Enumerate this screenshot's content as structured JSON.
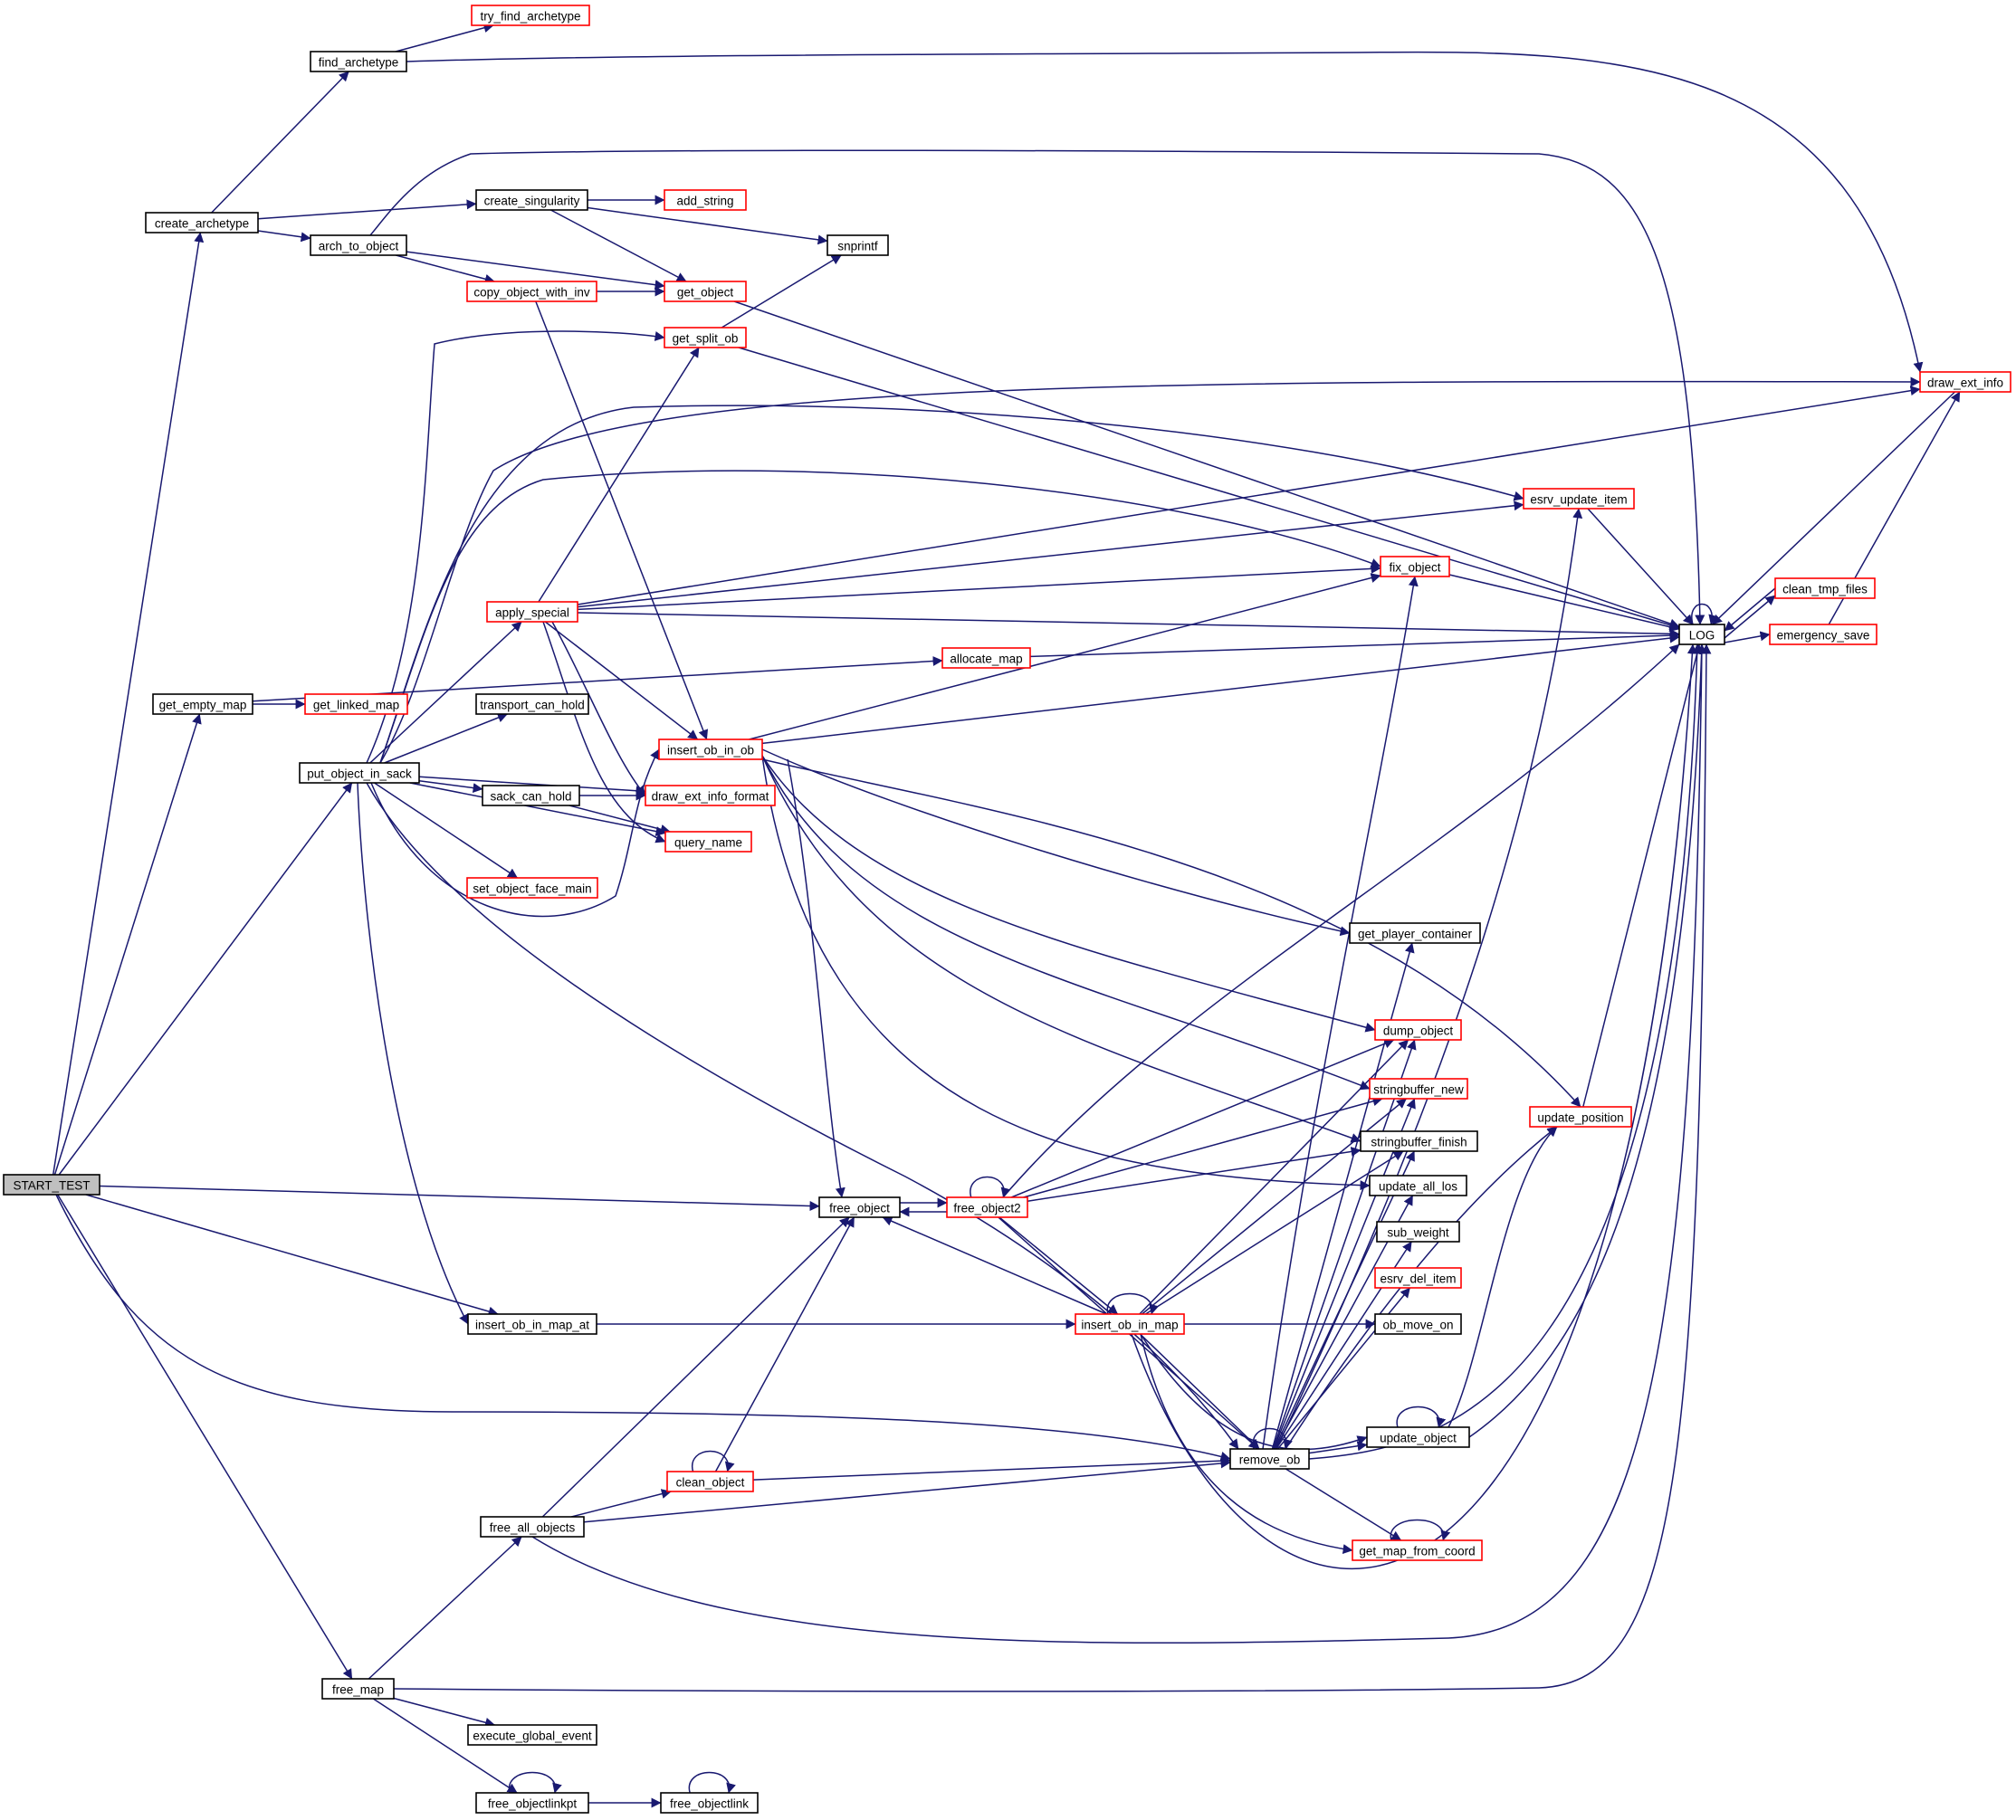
{
  "title": "Call graph",
  "colors": {
    "edge": "#191970",
    "node_border": "#000000",
    "truncated_border": "#ff0000",
    "root_fill": "#bfbfbf"
  },
  "nodes": {
    "START_TEST": {
      "label": "START_TEST",
      "style": "root"
    },
    "create_archetype": {
      "label": "create_archetype",
      "style": "normal"
    },
    "find_archetype": {
      "label": "find_archetype",
      "style": "normal"
    },
    "try_find_archetype": {
      "label": "try_find_archetype",
      "style": "truncated"
    },
    "create_singularity": {
      "label": "create_singularity",
      "style": "normal"
    },
    "add_string": {
      "label": "add_string",
      "style": "truncated"
    },
    "snprintf": {
      "label": "snprintf",
      "style": "normal"
    },
    "arch_to_object": {
      "label": "arch_to_object",
      "style": "normal"
    },
    "copy_object_with_inv": {
      "label": "copy_object_with_inv",
      "style": "truncated"
    },
    "get_object": {
      "label": "get_object",
      "style": "truncated"
    },
    "get_split_ob": {
      "label": "get_split_ob",
      "style": "truncated"
    },
    "draw_ext_info": {
      "label": "draw_ext_info",
      "style": "truncated"
    },
    "esrv_update_item": {
      "label": "esrv_update_item",
      "style": "truncated"
    },
    "fix_object": {
      "label": "fix_object",
      "style": "truncated"
    },
    "apply_special": {
      "label": "apply_special",
      "style": "truncated"
    },
    "LOG": {
      "label": "LOG",
      "style": "normal"
    },
    "clean_tmp_files": {
      "label": "clean_tmp_files",
      "style": "truncated"
    },
    "emergency_save": {
      "label": "emergency_save",
      "style": "truncated"
    },
    "get_empty_map": {
      "label": "get_empty_map",
      "style": "normal"
    },
    "get_linked_map": {
      "label": "get_linked_map",
      "style": "truncated"
    },
    "allocate_map": {
      "label": "allocate_map",
      "style": "truncated"
    },
    "transport_can_hold": {
      "label": "transport_can_hold",
      "style": "normal"
    },
    "insert_ob_in_ob": {
      "label": "insert_ob_in_ob",
      "style": "truncated"
    },
    "put_object_in_sack": {
      "label": "put_object_in_sack",
      "style": "normal"
    },
    "sack_can_hold": {
      "label": "sack_can_hold",
      "style": "normal"
    },
    "draw_ext_info_format": {
      "label": "draw_ext_info_format",
      "style": "truncated"
    },
    "query_name": {
      "label": "query_name",
      "style": "truncated"
    },
    "set_object_face_main": {
      "label": "set_object_face_main",
      "style": "truncated"
    },
    "get_player_container": {
      "label": "get_player_container",
      "style": "normal"
    },
    "dump_object": {
      "label": "dump_object",
      "style": "truncated"
    },
    "stringbuffer_new": {
      "label": "stringbuffer_new",
      "style": "truncated"
    },
    "stringbuffer_finish": {
      "label": "stringbuffer_finish",
      "style": "normal"
    },
    "update_position": {
      "label": "update_position",
      "style": "truncated"
    },
    "free_object": {
      "label": "free_object",
      "style": "normal"
    },
    "free_object2": {
      "label": "free_object2",
      "style": "truncated"
    },
    "update_all_los": {
      "label": "update_all_los",
      "style": "normal"
    },
    "sub_weight": {
      "label": "sub_weight",
      "style": "normal"
    },
    "esrv_del_item": {
      "label": "esrv_del_item",
      "style": "truncated"
    },
    "insert_ob_in_map_at": {
      "label": "insert_ob_in_map_at",
      "style": "normal"
    },
    "insert_ob_in_map": {
      "label": "insert_ob_in_map",
      "style": "truncated"
    },
    "ob_move_on": {
      "label": "ob_move_on",
      "style": "normal"
    },
    "update_object": {
      "label": "update_object",
      "style": "normal"
    },
    "clean_object": {
      "label": "clean_object",
      "style": "truncated"
    },
    "remove_ob": {
      "label": "remove_ob",
      "style": "normal"
    },
    "free_all_objects": {
      "label": "free_all_objects",
      "style": "normal"
    },
    "get_map_from_coord": {
      "label": "get_map_from_coord",
      "style": "truncated"
    },
    "free_map": {
      "label": "free_map",
      "style": "normal"
    },
    "execute_global_event": {
      "label": "execute_global_event",
      "style": "normal"
    },
    "free_objectlinkpt": {
      "label": "free_objectlinkpt",
      "style": "normal"
    },
    "free_objectlink": {
      "label": "free_objectlink",
      "style": "normal"
    }
  },
  "edges": [
    [
      "START_TEST",
      "create_archetype"
    ],
    [
      "START_TEST",
      "get_empty_map"
    ],
    [
      "START_TEST",
      "put_object_in_sack"
    ],
    [
      "START_TEST",
      "free_object"
    ],
    [
      "START_TEST",
      "insert_ob_in_map_at"
    ],
    [
      "START_TEST",
      "remove_ob"
    ],
    [
      "START_TEST",
      "free_map"
    ],
    [
      "create_archetype",
      "find_archetype"
    ],
    [
      "create_archetype",
      "create_singularity"
    ],
    [
      "create_archetype",
      "arch_to_object"
    ],
    [
      "find_archetype",
      "try_find_archetype"
    ],
    [
      "find_archetype",
      "draw_ext_info"
    ],
    [
      "create_singularity",
      "add_string"
    ],
    [
      "create_singularity",
      "snprintf"
    ],
    [
      "create_singularity",
      "get_object"
    ],
    [
      "arch_to_object",
      "LOG"
    ],
    [
      "arch_to_object",
      "copy_object_with_inv"
    ],
    [
      "arch_to_object",
      "get_object"
    ],
    [
      "copy_object_with_inv",
      "get_object"
    ],
    [
      "copy_object_with_inv",
      "insert_ob_in_ob"
    ],
    [
      "get_object",
      "LOG"
    ],
    [
      "get_split_ob",
      "snprintf"
    ],
    [
      "get_split_ob",
      "LOG"
    ],
    [
      "draw_ext_info",
      "LOG"
    ],
    [
      "esrv_update_item",
      "LOG"
    ],
    [
      "fix_object",
      "LOG"
    ],
    [
      "apply_special",
      "get_split_ob"
    ],
    [
      "apply_special",
      "draw_ext_info"
    ],
    [
      "apply_special",
      "esrv_update_item"
    ],
    [
      "apply_special",
      "fix_object"
    ],
    [
      "apply_special",
      "LOG"
    ],
    [
      "apply_special",
      "insert_ob_in_ob"
    ],
    [
      "apply_special",
      "draw_ext_info_format"
    ],
    [
      "apply_special",
      "query_name"
    ],
    [
      "LOG",
      "LOG"
    ],
    [
      "LOG",
      "clean_tmp_files"
    ],
    [
      "LOG",
      "emergency_save"
    ],
    [
      "clean_tmp_files",
      "LOG"
    ],
    [
      "emergency_save",
      "draw_ext_info"
    ],
    [
      "get_empty_map",
      "get_linked_map"
    ],
    [
      "get_empty_map",
      "allocate_map"
    ],
    [
      "allocate_map",
      "LOG"
    ],
    [
      "put_object_in_sack",
      "get_split_ob"
    ],
    [
      "put_object_in_sack",
      "esrv_update_item"
    ],
    [
      "put_object_in_sack",
      "fix_object"
    ],
    [
      "put_object_in_sack",
      "apply_special"
    ],
    [
      "put_object_in_sack",
      "transport_can_hold"
    ],
    [
      "put_object_in_sack",
      "insert_ob_in_ob"
    ],
    [
      "put_object_in_sack",
      "sack_can_hold"
    ],
    [
      "put_object_in_sack",
      "draw_ext_info_format"
    ],
    [
      "put_object_in_sack",
      "query_name"
    ],
    [
      "put_object_in_sack",
      "set_object_face_main"
    ],
    [
      "put_object_in_sack",
      "insert_ob_in_map_at"
    ],
    [
      "put_object_in_sack",
      "remove_ob"
    ],
    [
      "put_object_in_sack",
      "draw_ext_info"
    ],
    [
      "sack_can_hold",
      "draw_ext_info_format"
    ],
    [
      "sack_can_hold",
      "query_name"
    ],
    [
      "insert_ob_in_ob",
      "fix_object"
    ],
    [
      "insert_ob_in_ob",
      "LOG"
    ],
    [
      "insert_ob_in_ob",
      "get_player_container"
    ],
    [
      "insert_ob_in_ob",
      "dump_object"
    ],
    [
      "insert_ob_in_ob",
      "stringbuffer_new"
    ],
    [
      "insert_ob_in_ob",
      "stringbuffer_finish"
    ],
    [
      "insert_ob_in_ob",
      "update_position"
    ],
    [
      "insert_ob_in_ob",
      "free_object"
    ],
    [
      "insert_ob_in_ob",
      "update_all_los"
    ],
    [
      "update_position",
      "LOG"
    ],
    [
      "free_object",
      "free_object2"
    ],
    [
      "free_object2",
      "free_object"
    ],
    [
      "free_object2",
      "free_object2"
    ],
    [
      "free_object2",
      "LOG"
    ],
    [
      "free_object2",
      "dump_object"
    ],
    [
      "free_object2",
      "stringbuffer_new"
    ],
    [
      "free_object2",
      "stringbuffer_finish"
    ],
    [
      "free_object2",
      "insert_ob_in_map"
    ],
    [
      "free_object2",
      "remove_ob"
    ],
    [
      "insert_ob_in_map_at",
      "insert_ob_in_map"
    ],
    [
      "insert_ob_in_map",
      "insert_ob_in_map"
    ],
    [
      "insert_ob_in_map",
      "free_object"
    ],
    [
      "insert_ob_in_map",
      "dump_object"
    ],
    [
      "insert_ob_in_map",
      "stringbuffer_new"
    ],
    [
      "insert_ob_in_map",
      "stringbuffer_finish"
    ],
    [
      "insert_ob_in_map",
      "ob_move_on"
    ],
    [
      "insert_ob_in_map",
      "remove_ob"
    ],
    [
      "insert_ob_in_map",
      "update_object"
    ],
    [
      "insert_ob_in_map",
      "get_map_from_coord"
    ],
    [
      "insert_ob_in_map",
      "LOG"
    ],
    [
      "remove_ob",
      "remove_ob"
    ],
    [
      "remove_ob",
      "fix_object"
    ],
    [
      "remove_ob",
      "esrv_update_item"
    ],
    [
      "remove_ob",
      "get_player_container"
    ],
    [
      "remove_ob",
      "dump_object"
    ],
    [
      "remove_ob",
      "stringbuffer_new"
    ],
    [
      "remove_ob",
      "stringbuffer_finish"
    ],
    [
      "remove_ob",
      "update_all_los"
    ],
    [
      "remove_ob",
      "sub_weight"
    ],
    [
      "remove_ob",
      "esrv_del_item"
    ],
    [
      "remove_ob",
      "update_object"
    ],
    [
      "remove_ob",
      "update_position"
    ],
    [
      "remove_ob",
      "get_map_from_coord"
    ],
    [
      "remove_ob",
      "LOG"
    ],
    [
      "update_object",
      "update_object"
    ],
    [
      "update_object",
      "update_position"
    ],
    [
      "update_object",
      "LOG"
    ],
    [
      "get_map_from_coord",
      "get_map_from_coord"
    ],
    [
      "clean_object",
      "clean_object"
    ],
    [
      "clean_object",
      "free_object"
    ],
    [
      "clean_object",
      "remove_ob"
    ],
    [
      "free_all_objects",
      "clean_object"
    ],
    [
      "free_all_objects",
      "free_object"
    ],
    [
      "free_all_objects",
      "remove_ob"
    ],
    [
      "free_all_objects",
      "LOG"
    ],
    [
      "free_map",
      "free_all_objects"
    ],
    [
      "free_map",
      "LOG"
    ],
    [
      "free_map",
      "execute_global_event"
    ],
    [
      "free_map",
      "free_objectlinkpt"
    ],
    [
      "free_objectlinkpt",
      "free_objectlinkpt"
    ],
    [
      "free_objectlinkpt",
      "free_objectlink"
    ],
    [
      "free_objectlink",
      "free_objectlink"
    ]
  ]
}
